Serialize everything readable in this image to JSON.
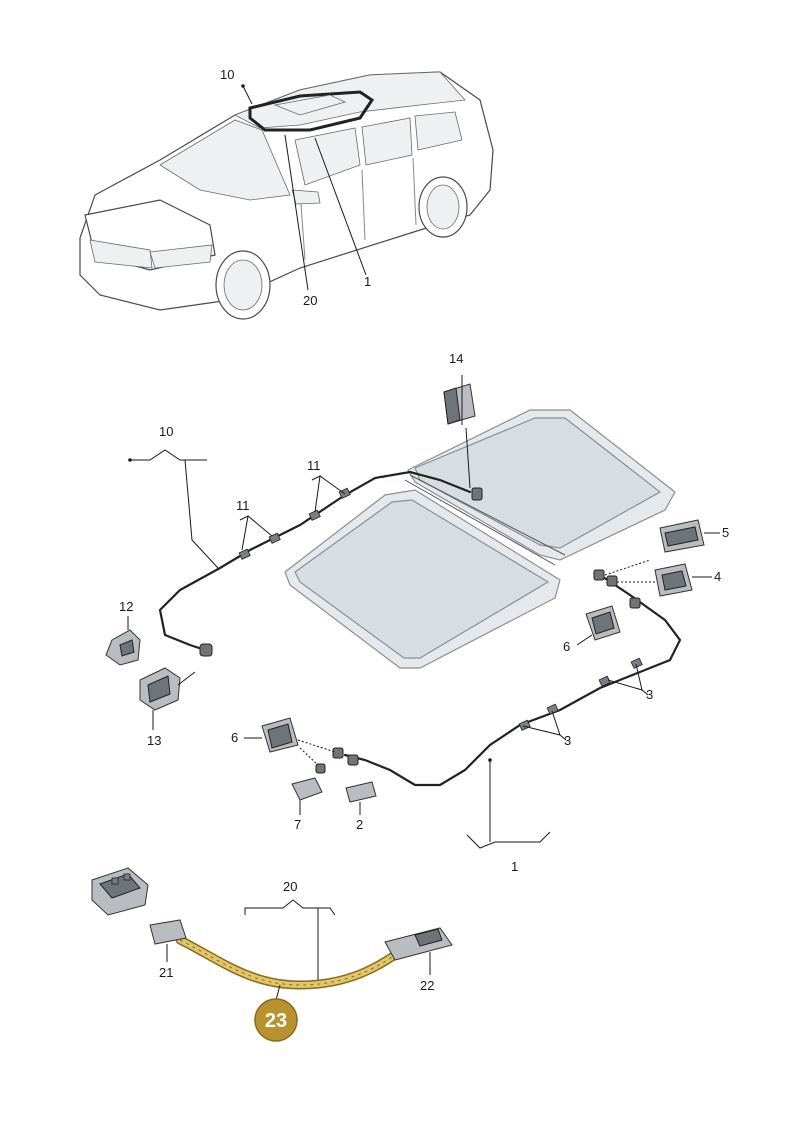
{
  "colors": {
    "badge_fill": "#b8922e",
    "badge_stroke": "#8a6a1c",
    "harness_fill": "#e2c66a",
    "line": "#1a1a1a",
    "glass": "#d8dde2"
  },
  "icons": [
    "car-illustration",
    "sunroof-glass-panel",
    "wiring-harness",
    "connector",
    "switch-module",
    "control-unit"
  ],
  "callouts": {
    "c1_top": "1",
    "c10_top": "10",
    "c20_top": "20",
    "c14": "14",
    "c10": "10",
    "c11a": "11",
    "c11b": "11",
    "c12": "12",
    "c13": "13",
    "c5": "5",
    "c4": "4",
    "c6a": "6",
    "c6b": "6",
    "c3a": "3",
    "c3b": "3",
    "c7": "7",
    "c2": "2",
    "c1": "1",
    "c20": "20",
    "c21": "21",
    "c22": "22"
  },
  "highlight_badge": "23"
}
